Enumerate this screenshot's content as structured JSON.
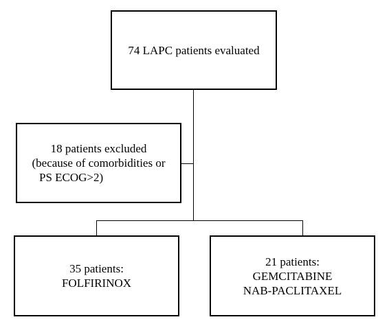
{
  "flowchart": {
    "root": {
      "lines": [
        "74 LAPC patients evaluated"
      ]
    },
    "excluded": {
      "lines": [
        "18 patients excluded",
        "(because of comorbidities or",
        "PS ECOG>2)"
      ]
    },
    "arm_left": {
      "lines": [
        "35 patients:",
        "FOLFIRINOX"
      ]
    },
    "arm_right": {
      "lines": [
        "21 patients:",
        "GEMCITABINE",
        "NAB-PACLITAXEL"
      ]
    }
  }
}
